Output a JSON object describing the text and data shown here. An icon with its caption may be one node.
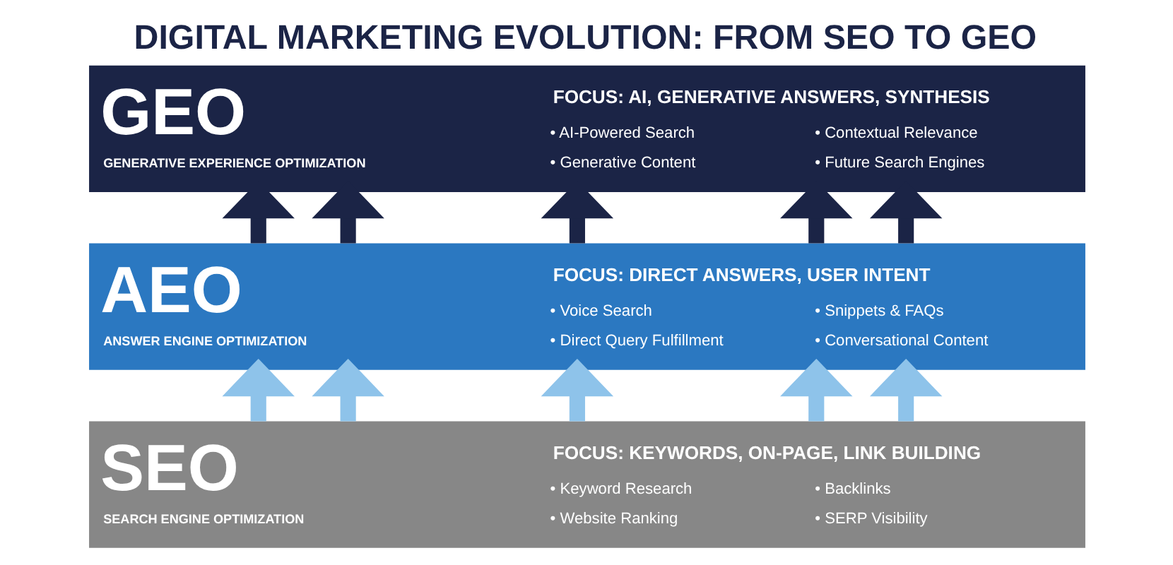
{
  "diagram": {
    "title": "DIGITAL MARKETING EVOLUTION: FROM SEO TO GEO",
    "nodes": [
      {
        "text": [
          "GEO",
          "GENERATIVE EXPERIENCE OPTIMIZATION",
          "FOCUS: AI, GENERATIVE ANSWERS, SYNTHESIS",
          "• AI-Powered Search",
          "• Contextual Relevance",
          "• Generative Content",
          "• Future Search Engines"
        ]
      },
      {
        "text": [
          "AEO",
          "ANSWER ENGINE OPTIMIZATION",
          "FOCUS: DIRECT ANSWERS, USER INTENT",
          "• Voice Search",
          "• Snippets & FAQs",
          "• Direct Query Fulfillment",
          "• Conversational Content"
        ]
      },
      {
        "text": [
          "SEO",
          "SEARCH ENGINE OPTIMIZATION",
          "FOCUS: KEYWORDS, ON-PAGE, LINK BUILDING",
          "• Keyword Research",
          "• Backlinks",
          "• Website Ranking",
          "• SERP Visibility"
        ]
      }
    ],
    "edges": [
      {
        "from": 1,
        "to": 0,
        "arrow": "to",
        "color": "#1b2446"
      },
      {
        "from": 1,
        "to": 0,
        "arrow": "to",
        "color": "#1b2446"
      },
      {
        "from": 1,
        "to": 0,
        "arrow": "to",
        "color": "#1b2446"
      },
      {
        "from": 1,
        "to": 0,
        "arrow": "to",
        "color": "#1b2446"
      },
      {
        "from": 1,
        "to": 0,
        "arrow": "to",
        "color": "#1b2446"
      },
      {
        "from": 2,
        "to": 1,
        "arrow": "to",
        "color": "#8ec3ea"
      },
      {
        "from": 2,
        "to": 1,
        "arrow": "to",
        "color": "#8ec3ea"
      },
      {
        "from": 2,
        "to": 1,
        "arrow": "to",
        "color": "#8ec3ea"
      },
      {
        "from": 2,
        "to": 1,
        "arrow": "to",
        "color": "#8ec3ea"
      },
      {
        "from": 2,
        "to": 1,
        "arrow": "to",
        "color": "#8ec3ea"
      }
    ]
  }
}
